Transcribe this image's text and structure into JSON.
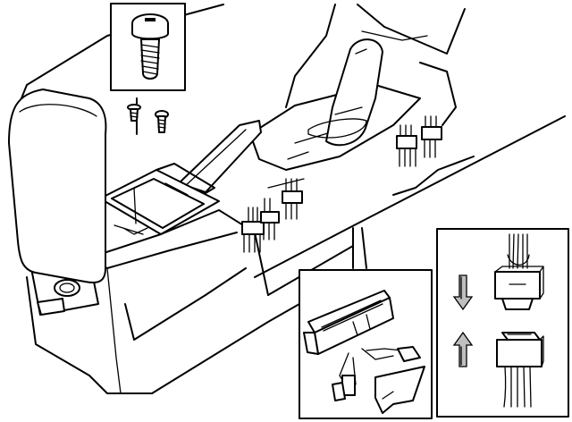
{
  "figure": {
    "subject": "center-console",
    "callouts": [
      "screw-detail",
      "connector-detail",
      "connector-separation-detail"
    ],
    "arrows": [
      "down",
      "up"
    ]
  },
  "colors": {
    "line": "#000000",
    "background": "#ffffff",
    "shade": "#bfbfbf"
  }
}
